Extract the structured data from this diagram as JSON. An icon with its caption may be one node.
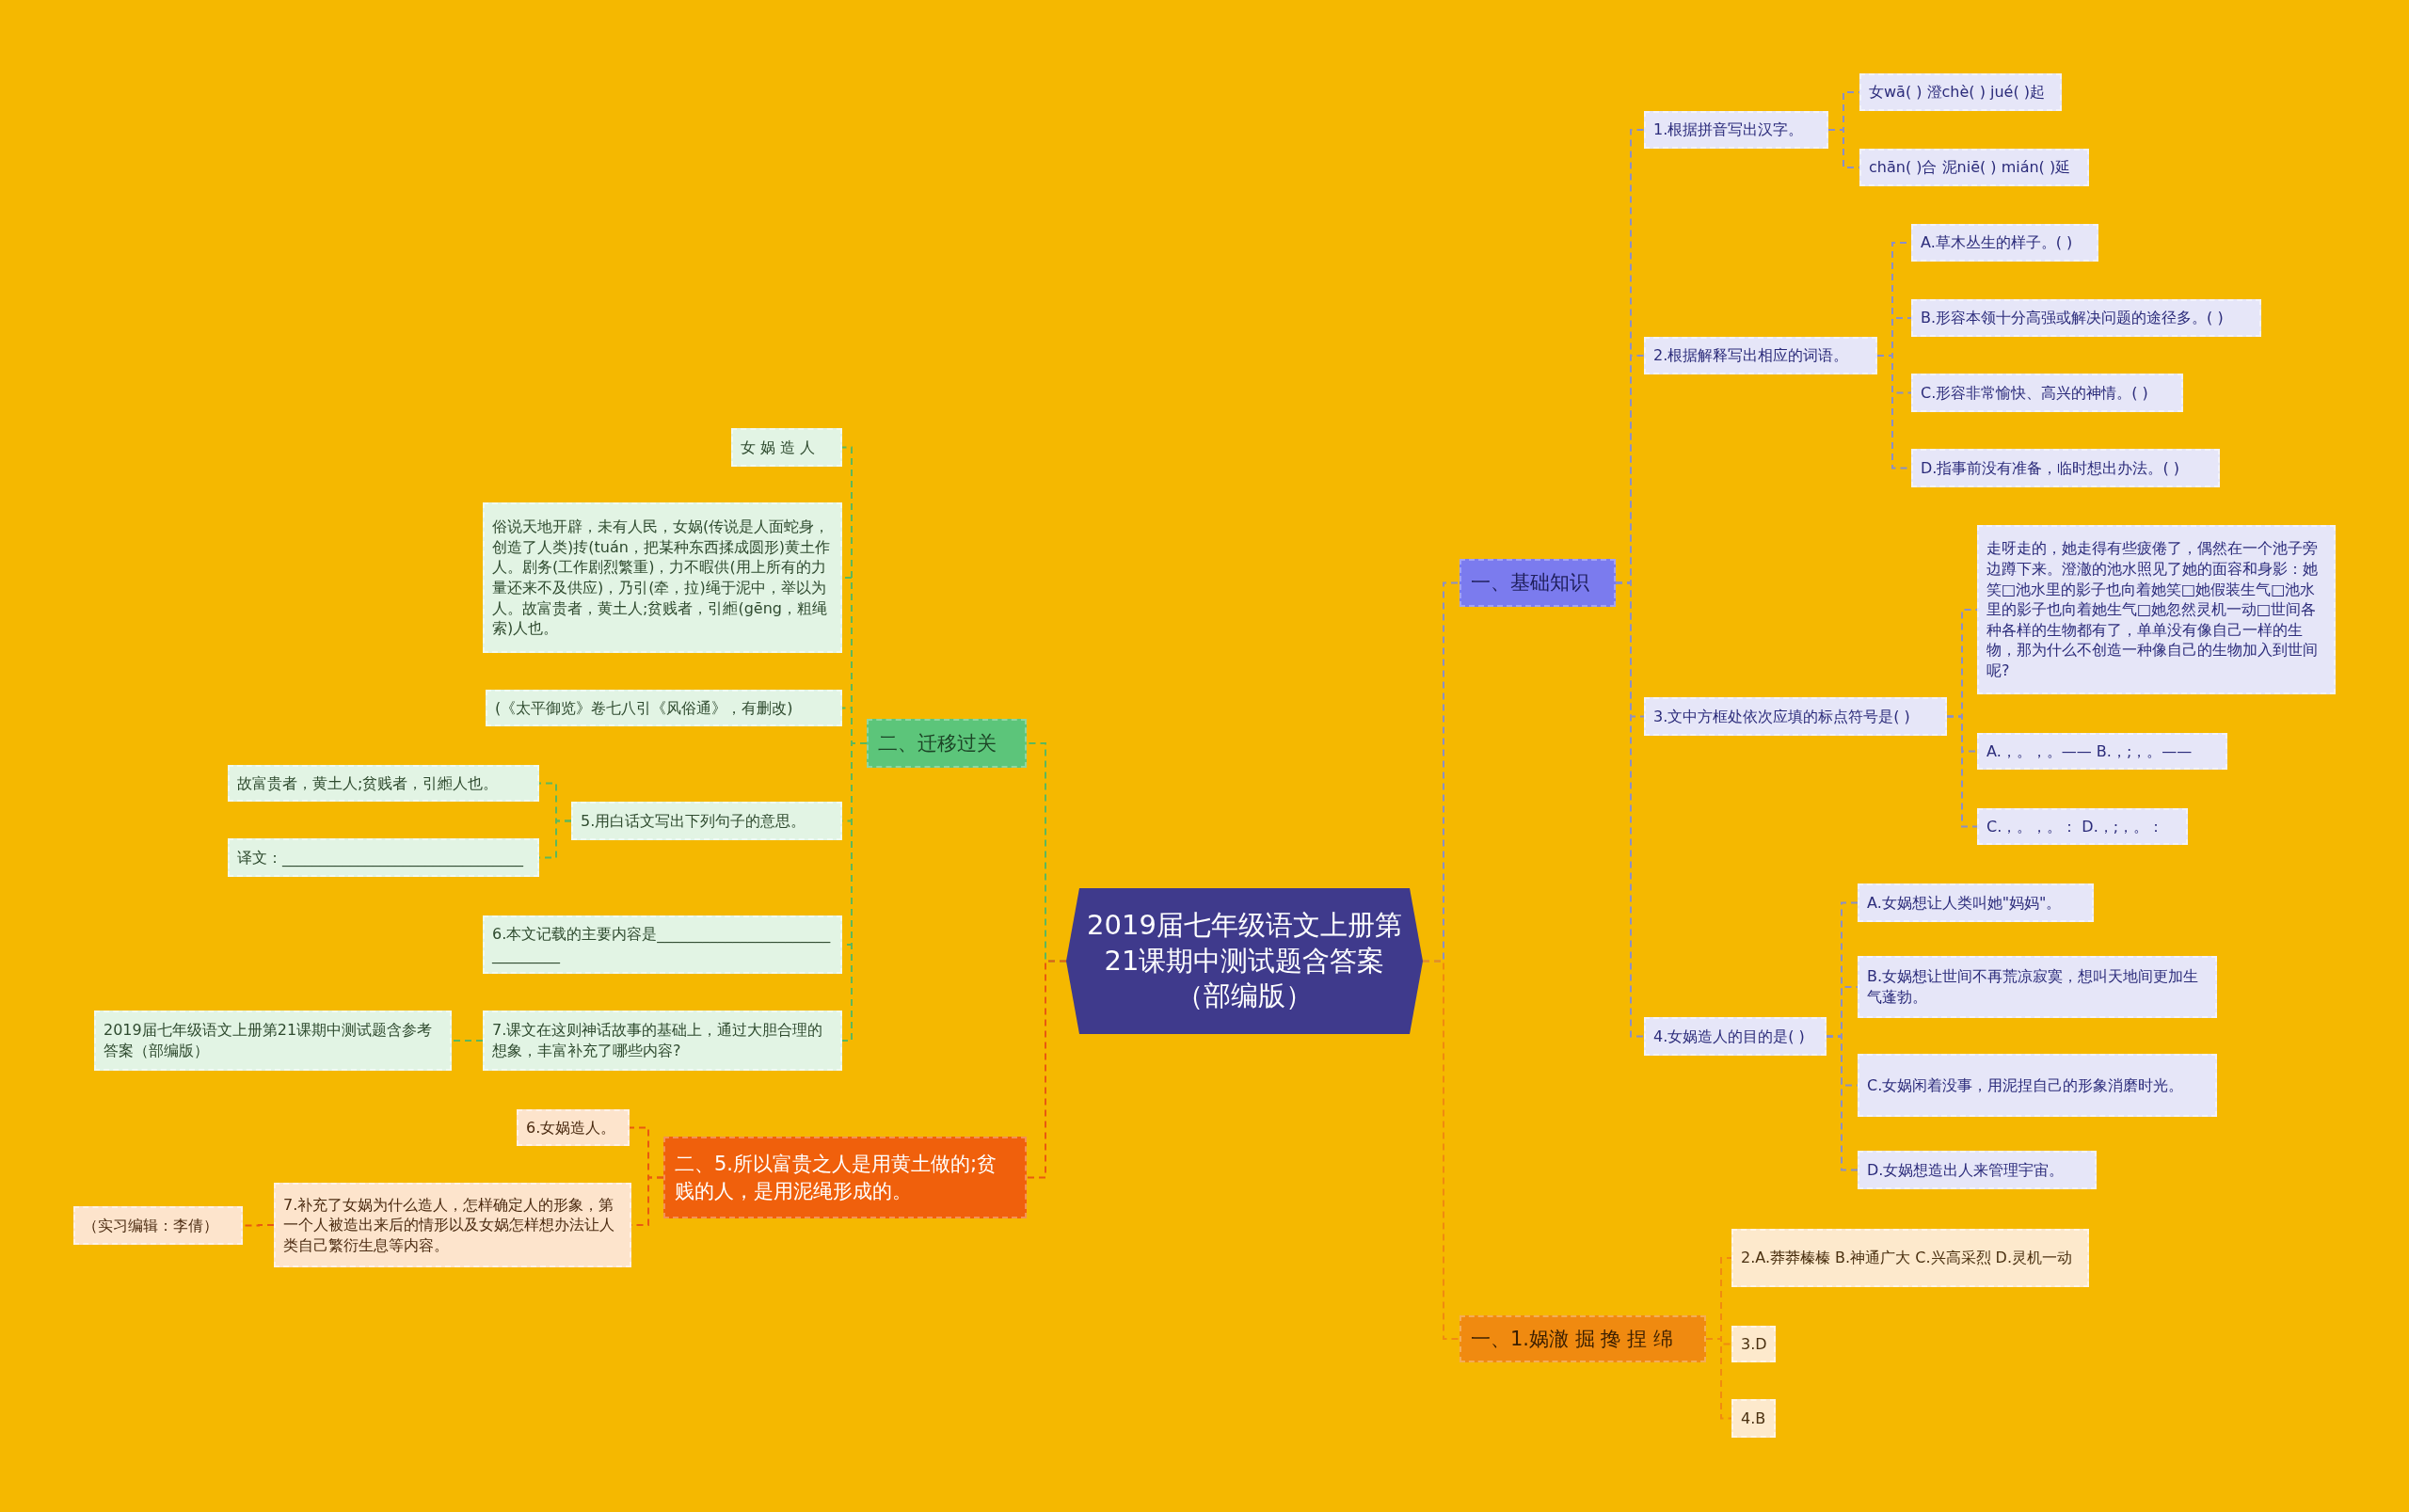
{
  "diagram": {
    "nodes": [
      {
        "text": [
          "2019届七年级语文上册第21课期中测试题含答案（部编版）"
        ]
      },
      {
        "text": [
          "一、基础知识"
        ]
      },
      {
        "text": [
          "1.根据拼音写出汉字。"
        ]
      },
      {
        "text": [
          "女wā( ) 澄chè( ) jué( )起"
        ]
      },
      {
        "text": [
          "chān( )合 泥niē( ) mián( )延"
        ]
      },
      {
        "text": [
          "2.根据解释写出相应的词语。"
        ]
      },
      {
        "text": [
          "A.草木丛生的样子。( )"
        ]
      },
      {
        "text": [
          "B.形容本领十分高强或解决问题的途径多。( )"
        ]
      },
      {
        "text": [
          "C.形容非常愉快、高兴的神情。( )"
        ]
      },
      {
        "text": [
          "D.指事前没有准备，临时想出办法。( )"
        ]
      },
      {
        "text": [
          "3.文中方框处依次应填的标点符号是( )"
        ]
      },
      {
        "text": [
          "走呀走的，她走得有些疲倦了，偶然在一个池子旁边蹲下来。澄澈的池水照见了她的面容和身影：她笑□池水里的影子也向着她笑□她假装生气□池水里的影子也向着她生气□她忽然灵机一动□世间各种各样的生物都有了，单单没有像自己一样的生物，那为什么不创造一种像自己的生物加入到世间呢?"
        ]
      },
      {
        "text": [
          "A.，。，。—— B.，;，。——"
        ]
      },
      {
        "text": [
          "C.，。，。： D.，;，。："
        ]
      },
      {
        "text": [
          "4.女娲造人的目的是( )"
        ]
      },
      {
        "text": [
          "A.女娲想让人类叫她\"妈妈\"。"
        ]
      },
      {
        "text": [
          "B.女娲想让世间不再荒凉寂寞，想叫天地间更加生气蓬勃。"
        ]
      },
      {
        "text": [
          "C.女娲闲着没事，用泥捏自己的形象消磨时光。"
        ]
      },
      {
        "text": [
          "D.女娲想造出人来管理宇宙。"
        ]
      },
      {
        "text": [
          "一、1.娲澈 掘 搀 捏 绵"
        ]
      },
      {
        "text": [
          "2.A.莽莽榛榛 B.神通广大 C.兴高采烈 D.灵机一动"
        ]
      },
      {
        "text": [
          "3.D"
        ]
      },
      {
        "text": [
          "4.B"
        ]
      },
      {
        "text": [
          "二、迁移过关"
        ]
      },
      {
        "text": [
          "女 娲 造 人"
        ]
      },
      {
        "text": [
          "俗说天地开辟，未有人民，女娲(传说是人面蛇身，创造了人类)抟(tuán，把某种东西揉成圆形)黄土作人。剧务(工作剧烈繁重)，力不暇供(用上所有的力量还来不及供应)，乃引(牵，拉)绳于泥中，举以为人。故富贵者，黄土人;贫贱者，引縆(gēng，粗绳索)人也。"
        ]
      },
      {
        "text": [
          "(《太平御览》卷七八引《风俗通》，有删改)"
        ]
      },
      {
        "text": [
          "5.用白话文写出下列句子的意思。"
        ]
      },
      {
        "text": [
          "故富贵者，黄土人;贫贱者，引縆人也。"
        ]
      },
      {
        "text": [
          "译文：________________________________"
        ]
      },
      {
        "text": [
          "6.本文记载的主要内容是________________________________"
        ]
      },
      {
        "text": [
          "7.课文在这则神话故事的基础上，通过大胆合理的想象，丰富补充了哪些内容?"
        ]
      },
      {
        "text": [
          "2019届七年级语文上册第21课期中测试题含参考答案（部编版）"
        ]
      },
      {
        "text": [
          "二、5.所以富贵之人是用黄土做的;贫贱的人，是用泥绳形成的。"
        ]
      },
      {
        "text": [
          "6.女娲造人。"
        ]
      },
      {
        "text": [
          "7.补充了女娲为什么造人，怎样确定人的形象，第一个人被造出来后的情形以及女娲怎样想办法让人类自己繁衍生息等内容。"
        ]
      },
      {
        "text": [
          "（实习编辑：李倩）"
        ]
      }
    ],
    "edges": [
      {
        "from": 0,
        "to": 1,
        "arrow": "none",
        "style": "dashed"
      },
      {
        "from": 1,
        "to": 2,
        "arrow": "none",
        "style": "dashed"
      },
      {
        "from": 2,
        "to": 3,
        "arrow": "none",
        "style": "dashed"
      },
      {
        "from": 2,
        "to": 4,
        "arrow": "none",
        "style": "dashed"
      },
      {
        "from": 1,
        "to": 5,
        "arrow": "none",
        "style": "dashed"
      },
      {
        "from": 5,
        "to": 6,
        "arrow": "none",
        "style": "dashed"
      },
      {
        "from": 5,
        "to": 7,
        "arrow": "none",
        "style": "dashed"
      },
      {
        "from": 5,
        "to": 8,
        "arrow": "none",
        "style": "dashed"
      },
      {
        "from": 5,
        "to": 9,
        "arrow": "none",
        "style": "dashed"
      },
      {
        "from": 1,
        "to": 10,
        "arrow": "none",
        "style": "dashed"
      },
      {
        "from": 10,
        "to": 11,
        "arrow": "none",
        "style": "dashed"
      },
      {
        "from": 10,
        "to": 12,
        "arrow": "none",
        "style": "dashed"
      },
      {
        "from": 10,
        "to": 13,
        "arrow": "none",
        "style": "dashed"
      },
      {
        "from": 1,
        "to": 14,
        "arrow": "none",
        "style": "dashed"
      },
      {
        "from": 14,
        "to": 15,
        "arrow": "none",
        "style": "dashed"
      },
      {
        "from": 14,
        "to": 16,
        "arrow": "none",
        "style": "dashed"
      },
      {
        "from": 14,
        "to": 17,
        "arrow": "none",
        "style": "dashed"
      },
      {
        "from": 14,
        "to": 18,
        "arrow": "none",
        "style": "dashed"
      },
      {
        "from": 0,
        "to": 19,
        "arrow": "none",
        "style": "dashed",
        "color": "#f08a10"
      },
      {
        "from": 19,
        "to": 20,
        "arrow": "none",
        "style": "dashed",
        "color": "#f08a10"
      },
      {
        "from": 19,
        "to": 21,
        "arrow": "none",
        "style": "dashed",
        "color": "#f08a10"
      },
      {
        "from": 19,
        "to": 22,
        "arrow": "none",
        "style": "dashed",
        "color": "#f08a10"
      },
      {
        "from": 0,
        "to": 23,
        "arrow": "none",
        "style": "dashed",
        "color": "#5cb85c"
      },
      {
        "from": 23,
        "to": 24,
        "arrow": "none",
        "style": "dashed",
        "color": "#5cb85c"
      },
      {
        "from": 23,
        "to": 25,
        "arrow": "none",
        "style": "dashed",
        "color": "#5cb85c"
      },
      {
        "from": 23,
        "to": 26,
        "arrow": "none",
        "style": "dashed",
        "color": "#5cb85c"
      },
      {
        "from": 23,
        "to": 27,
        "arrow": "none",
        "style": "dashed",
        "color": "#5cb85c"
      },
      {
        "from": 27,
        "to": 28,
        "arrow": "none",
        "style": "dashed",
        "color": "#5cb85c"
      },
      {
        "from": 27,
        "to": 29,
        "arrow": "none",
        "style": "dashed",
        "color": "#5cb85c"
      },
      {
        "from": 23,
        "to": 30,
        "arrow": "none",
        "style": "dashed",
        "color": "#5cb85c"
      },
      {
        "from": 23,
        "to": 31,
        "arrow": "none",
        "style": "dashed",
        "color": "#5cb85c"
      },
      {
        "from": 31,
        "to": 32,
        "arrow": "none",
        "style": "dashed",
        "color": "#5cb85c"
      },
      {
        "from": 0,
        "to": 33,
        "arrow": "none",
        "style": "dashed",
        "color": "#e85a10"
      },
      {
        "from": 33,
        "to": 34,
        "arrow": "none",
        "style": "dashed",
        "color": "#e85a10"
      },
      {
        "from": 33,
        "to": 35,
        "arrow": "none",
        "style": "dashed",
        "color": "#e85a10"
      },
      {
        "from": 35,
        "to": 36,
        "arrow": "none",
        "style": "dashed",
        "color": "#e85a10"
      }
    ]
  }
}
